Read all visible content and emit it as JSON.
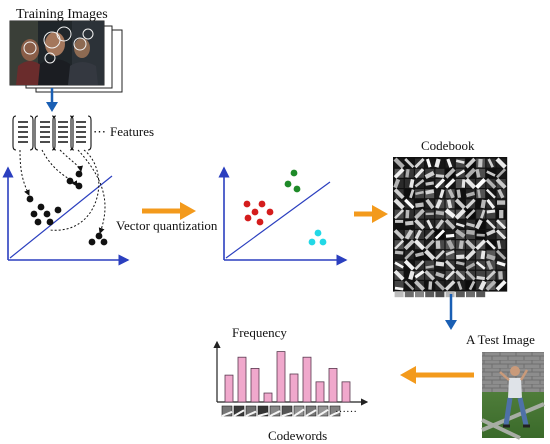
{
  "labels": {
    "training_images": "Training Images",
    "features_prefix": "⋯",
    "features": "Features",
    "vector_quantization": "Vector quantization",
    "codebook": "Codebook",
    "test_image": "A Test Image",
    "frequency": "Frequency",
    "codewords": "Codewords",
    "ellipsis": "……"
  },
  "colors": {
    "flow_arrow_blue": "#1a5fb4",
    "flow_arrow_orange": "#f39a1c",
    "axis_blue": "#2b3fbf",
    "point_black": "#111111",
    "cluster_red": "#d41c1c",
    "cluster_green": "#1e8a28",
    "cluster_cyan": "#22d8e6",
    "histogram_bar": "#f0a8cc",
    "histogram_bar_stroke": "#5a3a50"
  },
  "icons": {
    "training_images": "photo-stack-icon",
    "feature_descriptor": "feature-vector-icon",
    "codebook": "codebook-grid-icon",
    "test_image": "person-photo-icon"
  },
  "histogram": {
    "type": "bar",
    "values": [
      0.48,
      0.8,
      0.6,
      0.16,
      0.9,
      0.5,
      0.8,
      0.36,
      0.6,
      0.36
    ]
  }
}
